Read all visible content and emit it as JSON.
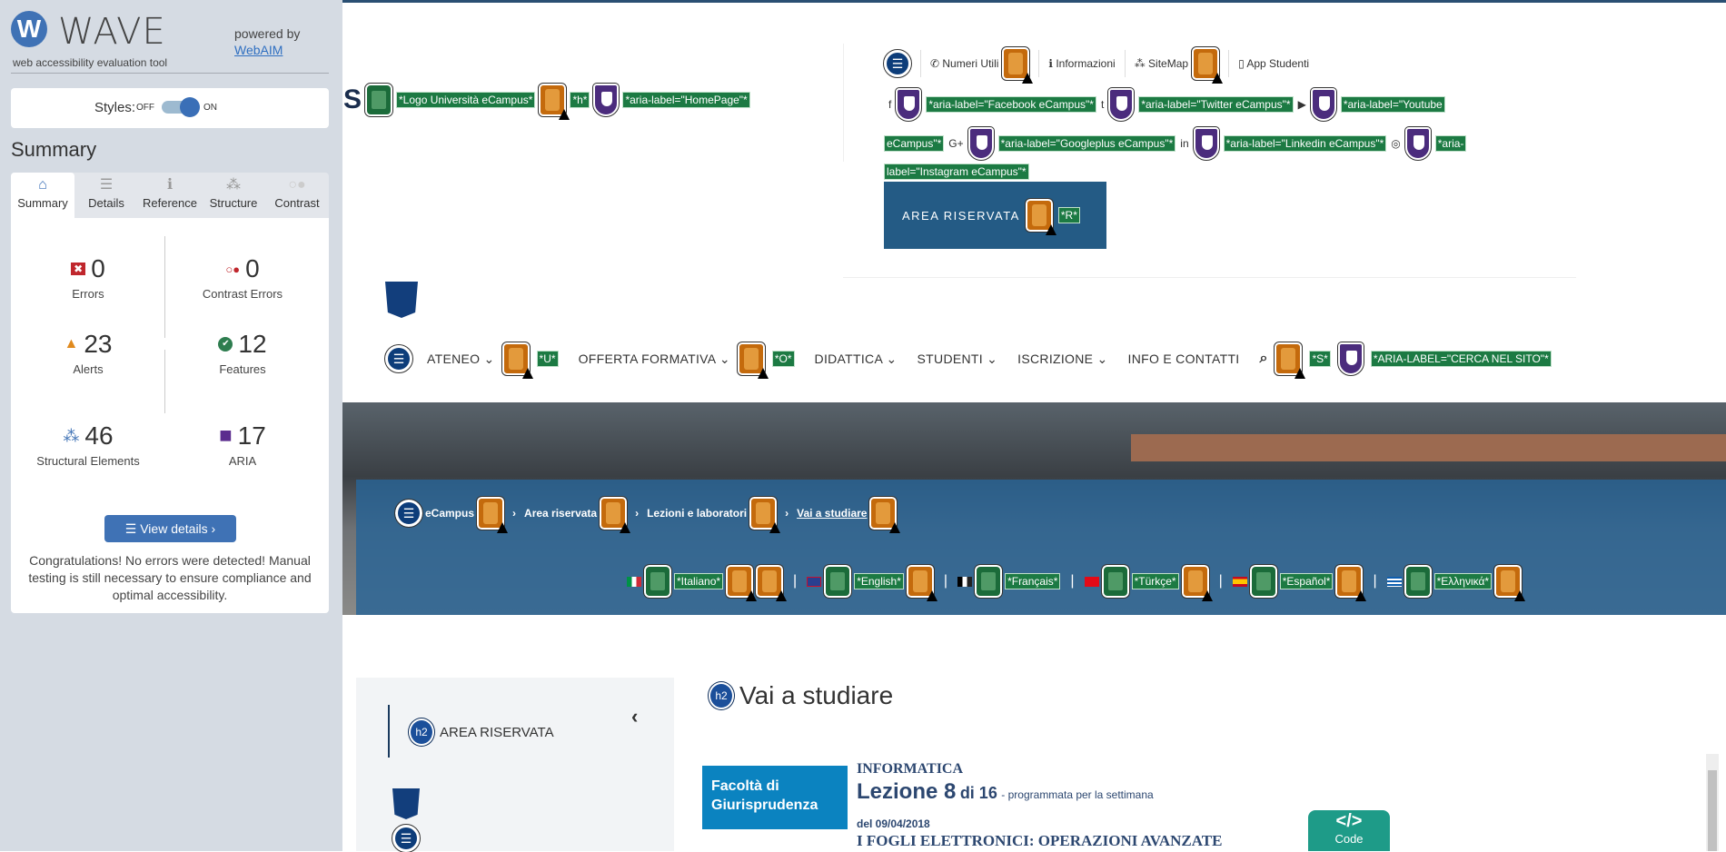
{
  "wave": {
    "title": "WAVE",
    "logo_letter": "W",
    "tagline": "web accessibility evaluation tool",
    "powered_by": "powered by",
    "webaim_link": "WebAIM",
    "styles_label": "Styles:",
    "styles_off": "OFF",
    "styles_on": "ON",
    "styles_enabled": true,
    "summary_heading": "Summary",
    "tabs": [
      {
        "label": "Summary",
        "icon": "home-icon",
        "glyph": "⌂"
      },
      {
        "label": "Details",
        "icon": "list-icon",
        "glyph": "☰"
      },
      {
        "label": "Reference",
        "icon": "info-icon",
        "glyph": "ℹ"
      },
      {
        "label": "Structure",
        "icon": "hierarchy-icon",
        "glyph": "⁂"
      },
      {
        "label": "Contrast",
        "icon": "contrast-icon",
        "glyph": "○●"
      }
    ],
    "stats": {
      "errors": {
        "count": "0",
        "label": "Errors",
        "glyph": "✖",
        "color": "#c0272d"
      },
      "contrast_errors": {
        "count": "0",
        "label": "Contrast Errors",
        "glyph": "○●",
        "color": "#c0272d"
      },
      "alerts": {
        "count": "23",
        "label": "Alerts",
        "glyph": "▲",
        "color": "#e08a1e"
      },
      "features": {
        "count": "12",
        "label": "Features",
        "glyph": "✔",
        "color": "#2e7d4f"
      },
      "structural": {
        "count": "46",
        "label": "Structural Elements",
        "glyph": "⁂",
        "color": "#3f72b5"
      },
      "aria": {
        "count": "17",
        "label": "ARIA",
        "glyph": "■",
        "color": "#5b2d8e"
      }
    },
    "view_details": "View details ›",
    "congrats": "Congratulations! No errors were detected! Manual testing is still necessary to ensure compliance and optimal accessibility."
  },
  "page": {
    "logo_partial": "S",
    "logo_labels": [
      "*Logo Università eCampus*",
      "*h*",
      "*aria-label=\"HomePage\"*"
    ],
    "top_links": [
      "Numeri Utili",
      "Informazioni",
      "SiteMap",
      "App Studenti"
    ],
    "social_labels": [
      "*aria-label=\"Facebook eCampus\"*",
      "*aria-label=\"Twitter eCampus\"*",
      "*aria-label=\"Youtube",
      "eCampus\"*",
      "*aria-label=\"Googleplus eCampus\"*",
      "*aria-label=\"Linkedin eCampus\"*",
      "*aria-",
      "label=\"Instagram eCampus\"*"
    ],
    "area_riservata": "AREA RISERVATA",
    "area_label": "*R*",
    "nav": [
      {
        "label": "ATENEO ⌄",
        "tag": "*U*"
      },
      {
        "label": "OFFERTA FORMATIVA ⌄",
        "tag": "*O*"
      },
      {
        "label": "DIDATTICA ⌄"
      },
      {
        "label": "STUDENTI ⌄"
      },
      {
        "label": "ISCRIZIONE ⌄"
      },
      {
        "label": "INFO E CONTATTI"
      }
    ],
    "search_tag": "*S*",
    "search_aria": "*ARIA-LABEL=\"CERCA NEL SITO\"*",
    "breadcrumb": [
      "eCampus",
      "Area riservata",
      "Lezioni e laboratori",
      "Vai a studiare"
    ],
    "languages": [
      "*Italiano*",
      "*English*",
      "*Français*",
      "*Türkçe*",
      "*Español*",
      "*Ελληνικά*"
    ],
    "side_heading": "AREA RISERVATA",
    "h2_tag": "h2",
    "main_heading": "Vai a studiare",
    "card": {
      "faculty": "Facoltà di Giurisprudenza",
      "subject": "INFORMATICA",
      "lesson": "Lezione 8",
      "of": "di 16",
      "scheduled": "- programmata per la settimana",
      "date": "del 09/04/2018",
      "title": "I FOGLI ELETTRONICI: OPERAZIONI AVANZATE"
    },
    "code_button": "Code"
  }
}
